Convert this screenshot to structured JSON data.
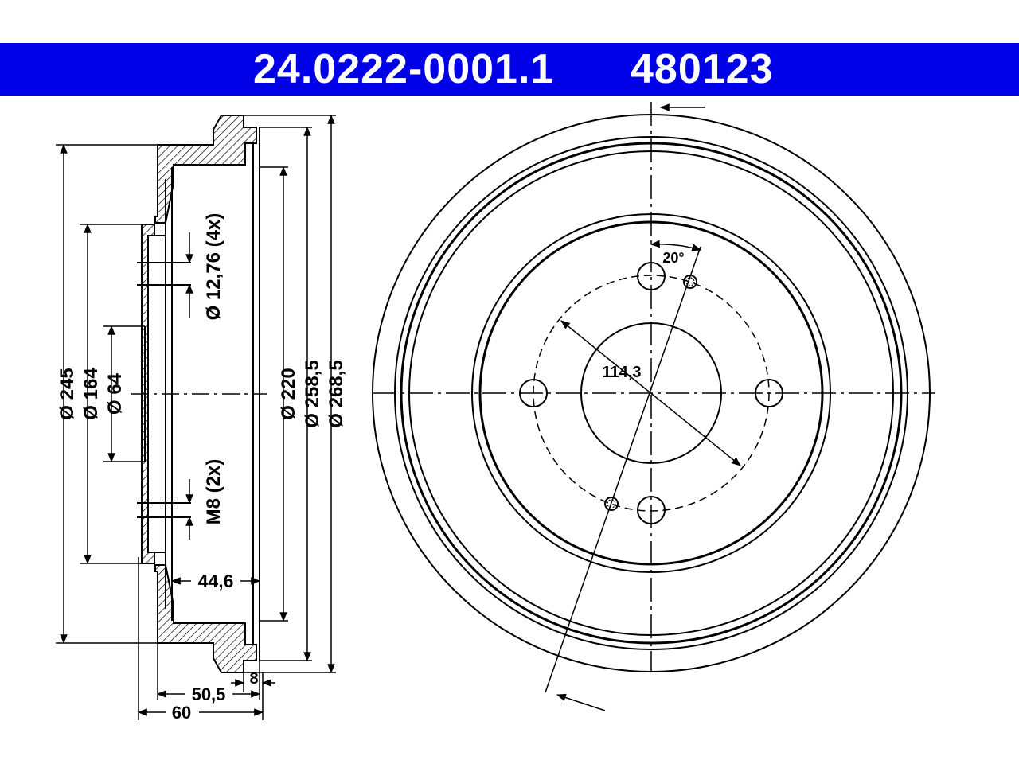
{
  "header": {
    "article_number": "24.0222-0001.1",
    "reference_number": "480123",
    "background_color": "#0000e6",
    "text_color": "#ffffff"
  },
  "side_view": {
    "dimensions": {
      "dia_245": "Ø 245",
      "dia_164": "Ø 164",
      "dia_64": "Ø 64",
      "dia_220": "Ø 220",
      "dia_258_5": "Ø 258,5",
      "dia_268_5": "Ø 268,5",
      "bolt_hole": "Ø 12,76 (4x)",
      "thread": "M8 (2x)",
      "depth_44_6": "44,6",
      "width_50_5": "50,5",
      "width_60": "60",
      "width_8": "8"
    }
  },
  "front_view": {
    "dimensions": {
      "pcd": "114,3",
      "angle": "20°"
    }
  }
}
